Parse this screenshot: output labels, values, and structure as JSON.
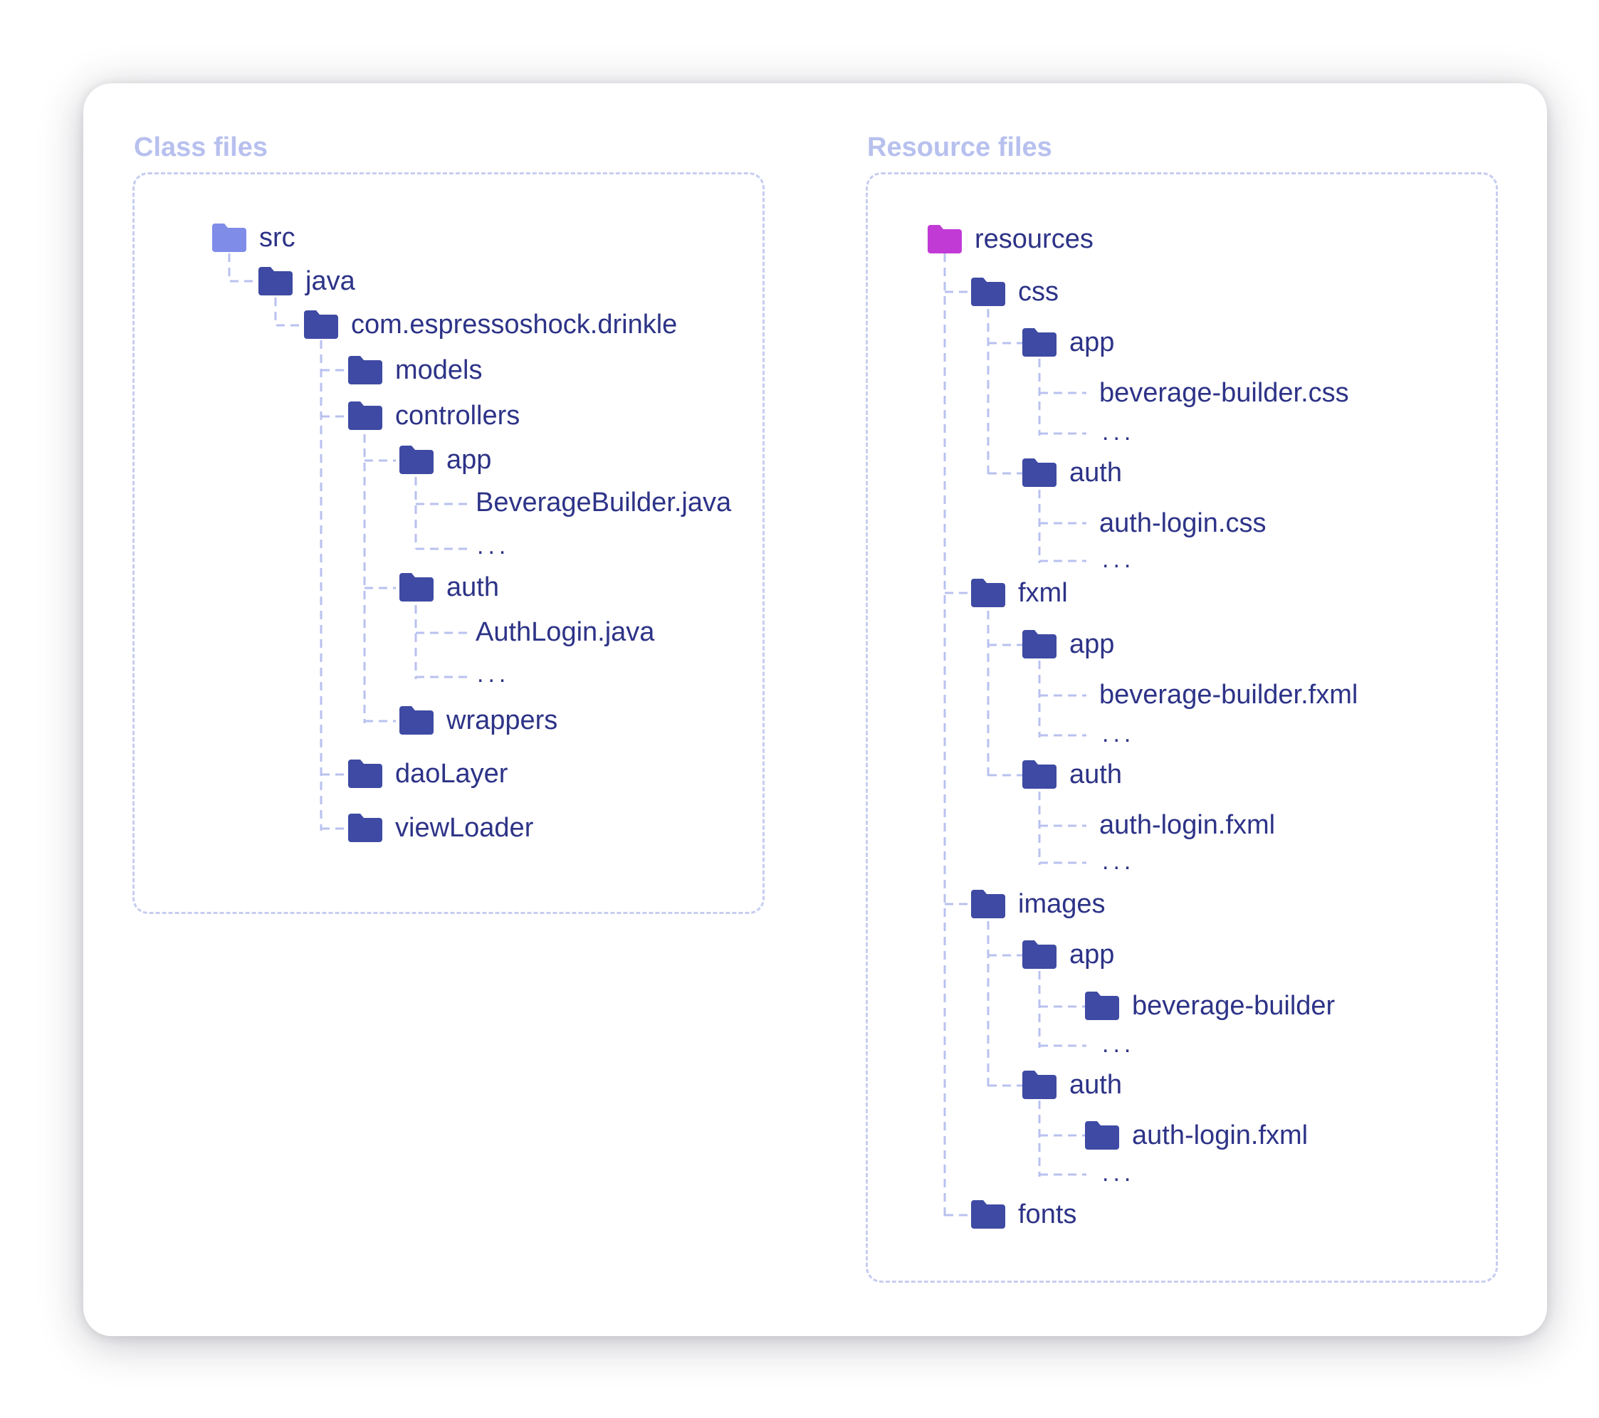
{
  "class_panel": {
    "title": "Class files",
    "root": "src",
    "java": "java",
    "package": "com.espressoshock.drinkle",
    "models": "models",
    "controllers": "controllers",
    "app": "app",
    "app_file": "BeverageBuilder.java",
    "auth": "auth",
    "auth_file": "AuthLogin.java",
    "wrappers": "wrappers",
    "daoLayer": "daoLayer",
    "viewLoader": "viewLoader",
    "more": "..."
  },
  "resource_panel": {
    "title": "Resource files",
    "root": "resources",
    "css": "css",
    "css_app": "app",
    "css_app_file": "beverage-builder.css",
    "css_auth": "auth",
    "css_auth_file": "auth-login.css",
    "fxml": "fxml",
    "fxml_app": "app",
    "fxml_app_file": "beverage-builder.fxml",
    "fxml_auth": "auth",
    "fxml_auth_file": "auth-login.fxml",
    "images": "images",
    "images_app": "app",
    "images_app_folder": "beverage-builder",
    "images_auth": "auth",
    "images_auth_folder": "auth-login.fxml",
    "fonts": "fonts",
    "more": "..."
  },
  "colors": {
    "folder": "#3e4aa3",
    "src_folder": "#7f8ce8",
    "resources_folder": "#c13ad6",
    "tree_line": "#b9c1ef",
    "title": "#b7c0ee",
    "text": "#2d3387"
  }
}
